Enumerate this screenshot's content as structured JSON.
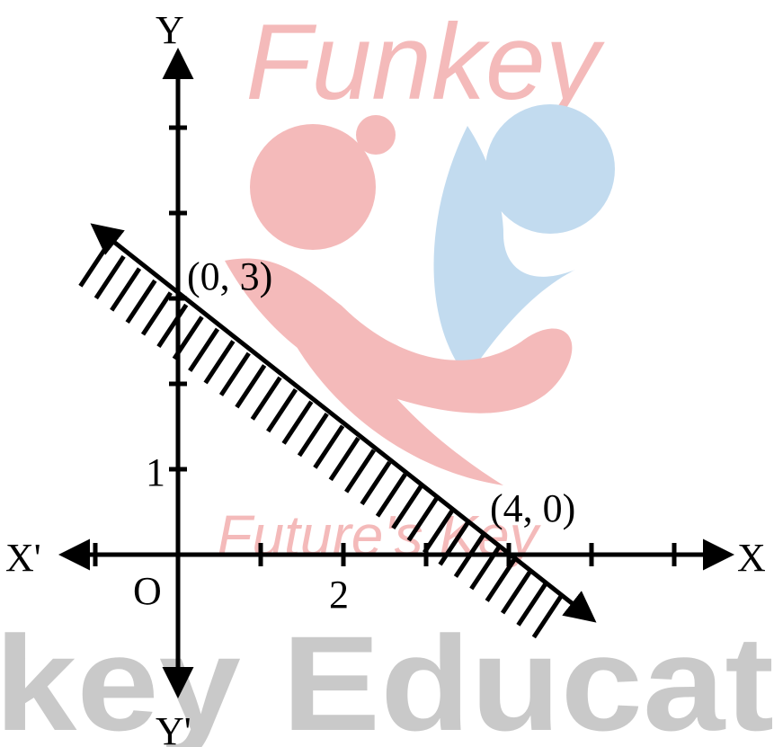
{
  "watermark": {
    "top_text": "Funkey",
    "mid_text": "Future's Key",
    "bottom_text": "key Educat",
    "colors": {
      "pink": "#f3b3b3",
      "blue": "#bcd8ee",
      "gray": "#c4c4c4"
    }
  },
  "axes": {
    "x_label": "X",
    "x_neg_label": "X'",
    "y_label": "Y",
    "y_neg_label": "Y'",
    "origin_label": "O"
  },
  "chart_data": {
    "type": "line",
    "x_tick_labels": [
      {
        "value": 2,
        "text": "2"
      }
    ],
    "y_tick_labels": [
      {
        "value": 1,
        "text": "1"
      }
    ],
    "x_ticks": [
      -1,
      1,
      2,
      3,
      4,
      5,
      6
    ],
    "y_ticks": [
      1,
      2,
      3,
      4,
      5
    ],
    "line": {
      "x_intercept": 4,
      "y_intercept": 3,
      "extends": [
        -1,
        5
      ]
    },
    "points": [
      {
        "x": 0,
        "y": 3,
        "label": "(0, 3)"
      },
      {
        "x": 4,
        "y": 0,
        "label": "(4, 0)"
      }
    ],
    "shaded_side": "origin side (below-left of line)",
    "colors": {
      "line": "#000000",
      "hatch": "#000000"
    }
  }
}
